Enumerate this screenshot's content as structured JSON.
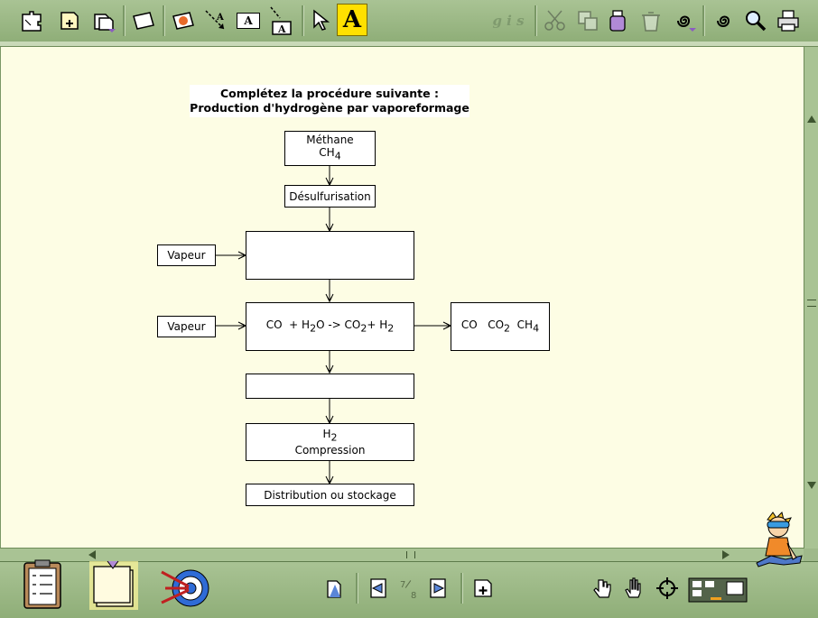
{
  "toolbar": {
    "format_letters": "g i s",
    "text_tool_letter": "A",
    "text_frame_letter": "A"
  },
  "diagram": {
    "title_line1": "Complétez la procédure suivante :",
    "title_line2": "Production d'hydrogène par vaporeformage",
    "methane_label": "Méthane",
    "methane_formula_base": "CH",
    "methane_formula_sub": "4",
    "desulfurisation": "Désulfurisation",
    "vapeur1": "Vapeur",
    "vapeur2": "Vapeur",
    "step_blank1": "",
    "reaction_co": "CO",
    "reaction_plus1": "+ H",
    "reaction_sub_h2o": "2",
    "reaction_o_arrow": "O -> CO",
    "reaction_sub_co2": "2",
    "reaction_plus2": "+ H",
    "reaction_sub_h2": "2",
    "output_co": "CO",
    "output_co2_base": "CO",
    "output_co2_sub": "2",
    "output_ch4_base": "CH",
    "output_ch4_sub": "4",
    "step_blank2": "",
    "h2_base": "H",
    "h2_sub": "2",
    "compression": "Compression",
    "distribution": "Distribution ou stockage"
  },
  "navigation": {
    "page_current": "7",
    "page_total": "8"
  }
}
